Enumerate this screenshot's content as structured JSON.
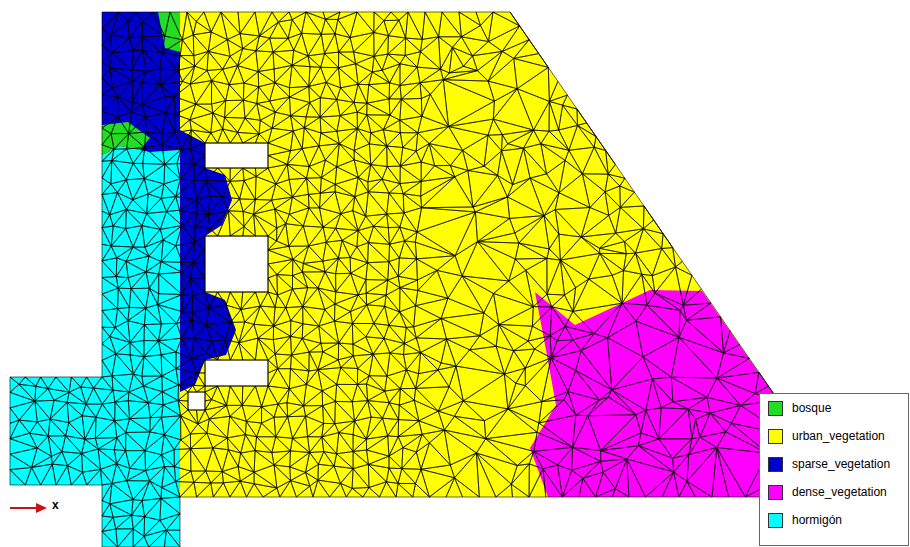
{
  "diagram": {
    "labels": [
      "x"
    ],
    "legend": [
      {
        "text": "bosque",
        "color": "#22dd22"
      },
      {
        "text": "urban_vegetation",
        "color": "#ffff00"
      },
      {
        "text": "sparse_vegetation",
        "color": "#0000cc"
      },
      {
        "text": "dense_vegetation",
        "color": "#ff00ff"
      },
      {
        "text": "hormigón",
        "color": "#00ffff"
      }
    ]
  }
}
